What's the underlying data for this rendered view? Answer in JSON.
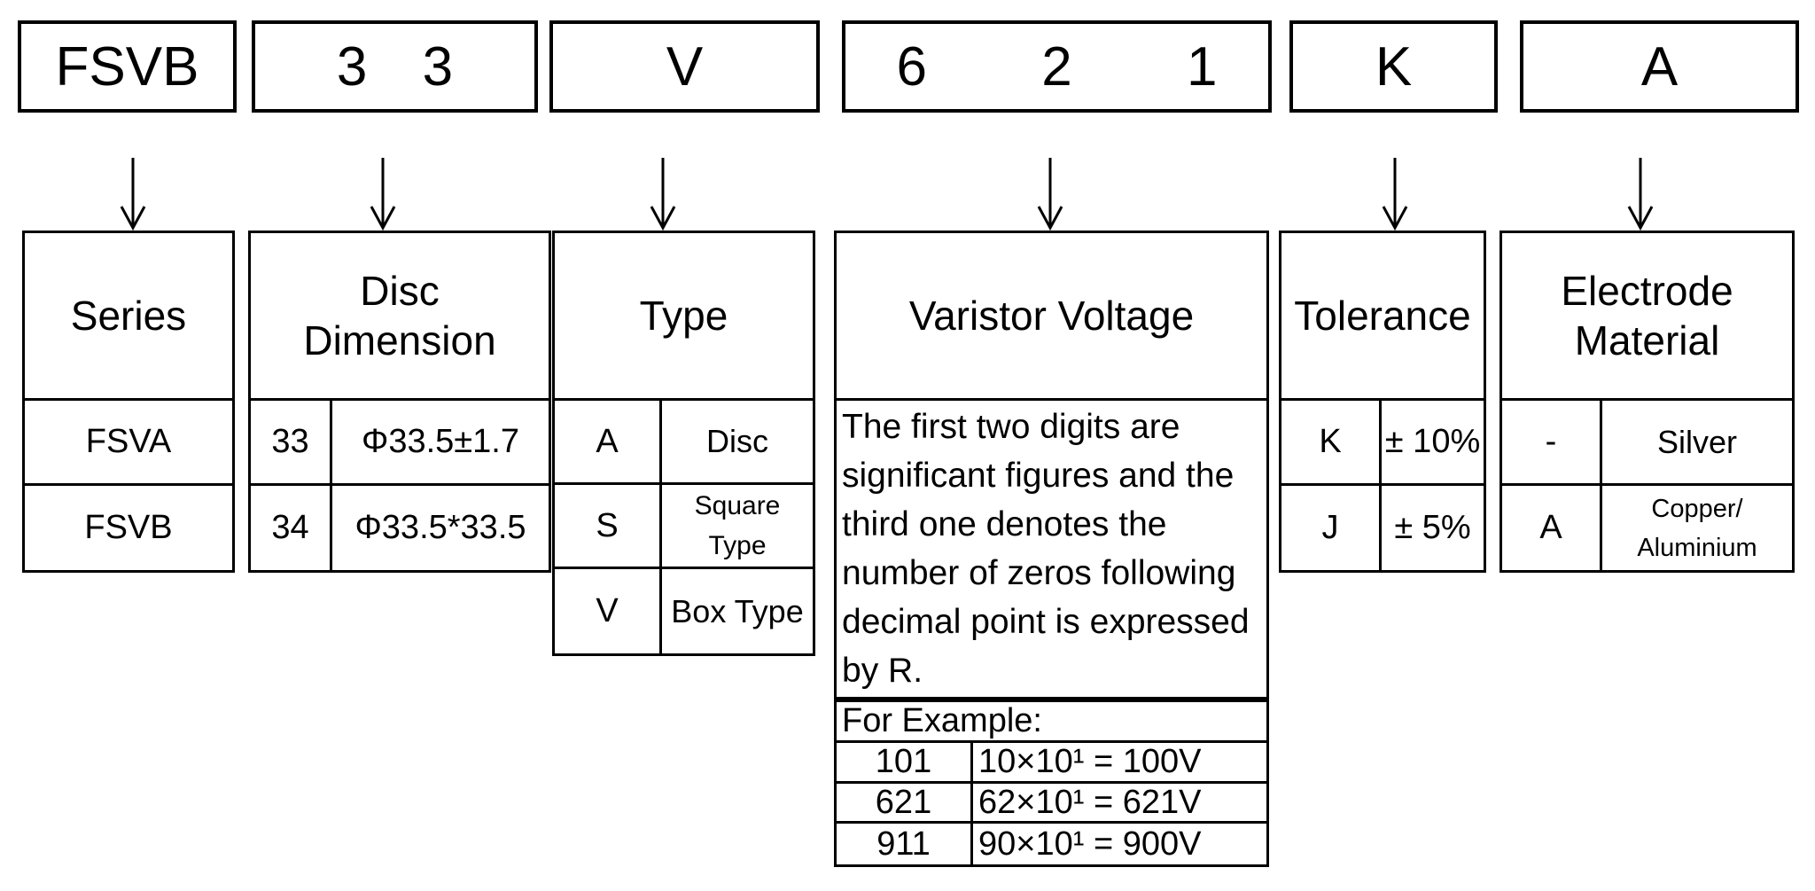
{
  "part_code": {
    "segments": [
      {
        "code": "FSVB"
      },
      {
        "code": "3 3"
      },
      {
        "code": "V"
      },
      {
        "code": "6 2 1"
      },
      {
        "code": "K"
      },
      {
        "code": "A"
      }
    ]
  },
  "columns": [
    {
      "title": "Series",
      "rows": [
        [
          "FSVA"
        ],
        [
          "FSVB"
        ]
      ]
    },
    {
      "title": "Disc\nDimension",
      "rows": [
        [
          "33",
          "Φ33.5±1.7"
        ],
        [
          "34",
          "Φ33.5*33.5"
        ]
      ]
    },
    {
      "title": "Type",
      "rows": [
        [
          "A",
          "Disc"
        ],
        [
          "S",
          "Square\nType"
        ],
        [
          "V",
          "Box Type"
        ]
      ]
    },
    {
      "title": "Varistor Voltage",
      "description": "The first two digits are significant figures and the third one denotes the number of zeros following decimal point is expressed by R.",
      "example_label": "For Example:",
      "examples": [
        [
          "101",
          "10×10¹ = 100V"
        ],
        [
          "621",
          "62×10¹ = 621V"
        ],
        [
          "911",
          "90×10¹ = 900V"
        ]
      ]
    },
    {
      "title": "Tolerance",
      "rows": [
        [
          "K",
          "± 10%"
        ],
        [
          "J",
          "± 5%"
        ]
      ]
    },
    {
      "title": "Electrode\nMaterial",
      "rows": [
        [
          "-",
          "Silver"
        ],
        [
          "A",
          "Copper/\nAluminium"
        ]
      ]
    }
  ]
}
